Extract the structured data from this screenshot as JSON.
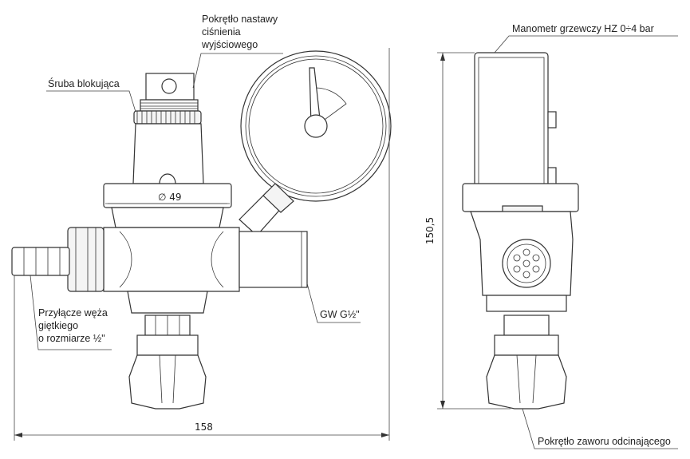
{
  "labels": {
    "knob_line1": "Pokrętło nastawy",
    "knob_line2": "ciśnienia",
    "knob_line3": "wyjściowego",
    "lock_screw": "Śruba blokująca",
    "hose_line1": "Przyłącze węża",
    "hose_line2": "giętkiego",
    "hose_line3": "o rozmiarze ½\"",
    "thread": "GW G½\"",
    "gauge": "Manometr grzewczy HZ 0÷4 bar",
    "shutoff": "Pokrętło zaworu odcinającego"
  },
  "dimensions": {
    "diameter": "∅ 49",
    "width": "158",
    "height": "150,5"
  }
}
